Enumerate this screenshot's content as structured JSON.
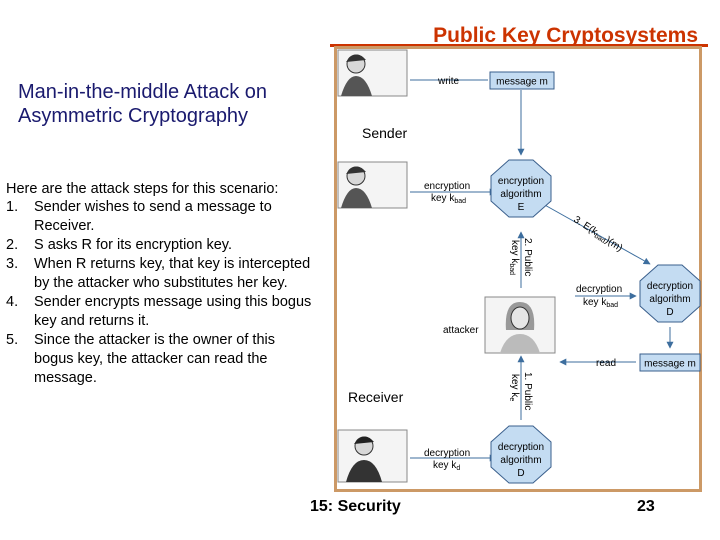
{
  "header": {
    "title": "Public Key Cryptosystems"
  },
  "slide": {
    "title": "Man-in-the-middle Attack on Asymmetric Cryptography",
    "intro": "Here are the attack steps for this scenario:",
    "steps": [
      {
        "num": "1.",
        "text": "Sender wishes to send a message to Receiver."
      },
      {
        "num": "2.",
        "text": "S asks R for its encryption key."
      },
      {
        "num": "3.",
        "text": "When R returns key, that key is intercepted by the attacker who substitutes her key."
      },
      {
        "num": "4.",
        "text": "Sender encrypts message using this bogus key and returns it."
      },
      {
        "num": "5.",
        "text": "Since the attacker is the owner of this bogus key, the attacker can read the message."
      }
    ]
  },
  "diagram": {
    "sender_label": "Sender",
    "receiver_label": "Receiver",
    "attacker_label": "attacker",
    "write_label": "write",
    "read_label": "read",
    "message_box_top": "message m",
    "message_box_right": "message m",
    "enc_key_line1": "encryption",
    "enc_key_line2": "key k",
    "enc_key_sub": "bad",
    "enc_alg_line1": "encryption",
    "enc_alg_line2": "algorithm",
    "enc_alg_line3": "E",
    "dec_key_mid_line1": "decryption",
    "dec_key_mid_line2": "key k",
    "dec_key_mid_sub": "bad",
    "dec_alg_mid_line1": "decryption",
    "dec_alg_mid_line2": "algorithm",
    "dec_alg_mid_line3": "D",
    "dec_key_bot_line1": "decryption",
    "dec_key_bot_line2": "key k",
    "dec_key_bot_sub": "d",
    "dec_alg_bot_line1": "decryption",
    "dec_alg_bot_line2": "algorithm",
    "dec_alg_bot_line3": "D",
    "step3_label": "3. E(k",
    "step3_sub": "bad",
    "step3_tail": ")(m)",
    "step2_line1": "2. Public",
    "step2_line2": "key k",
    "step2_sub": "bad",
    "step1_line1": "1. Public",
    "step1_line2": "key k",
    "step1_sub": "e"
  },
  "footer": {
    "left": "15: Security",
    "right": "23"
  },
  "colors": {
    "accent": "#cc3300",
    "title_text": "#1a1a6e",
    "frame": "#cc9966",
    "box_fill": "#c4dcf2",
    "box_stroke": "#3a5f8c",
    "line": "#3d6e9e"
  }
}
